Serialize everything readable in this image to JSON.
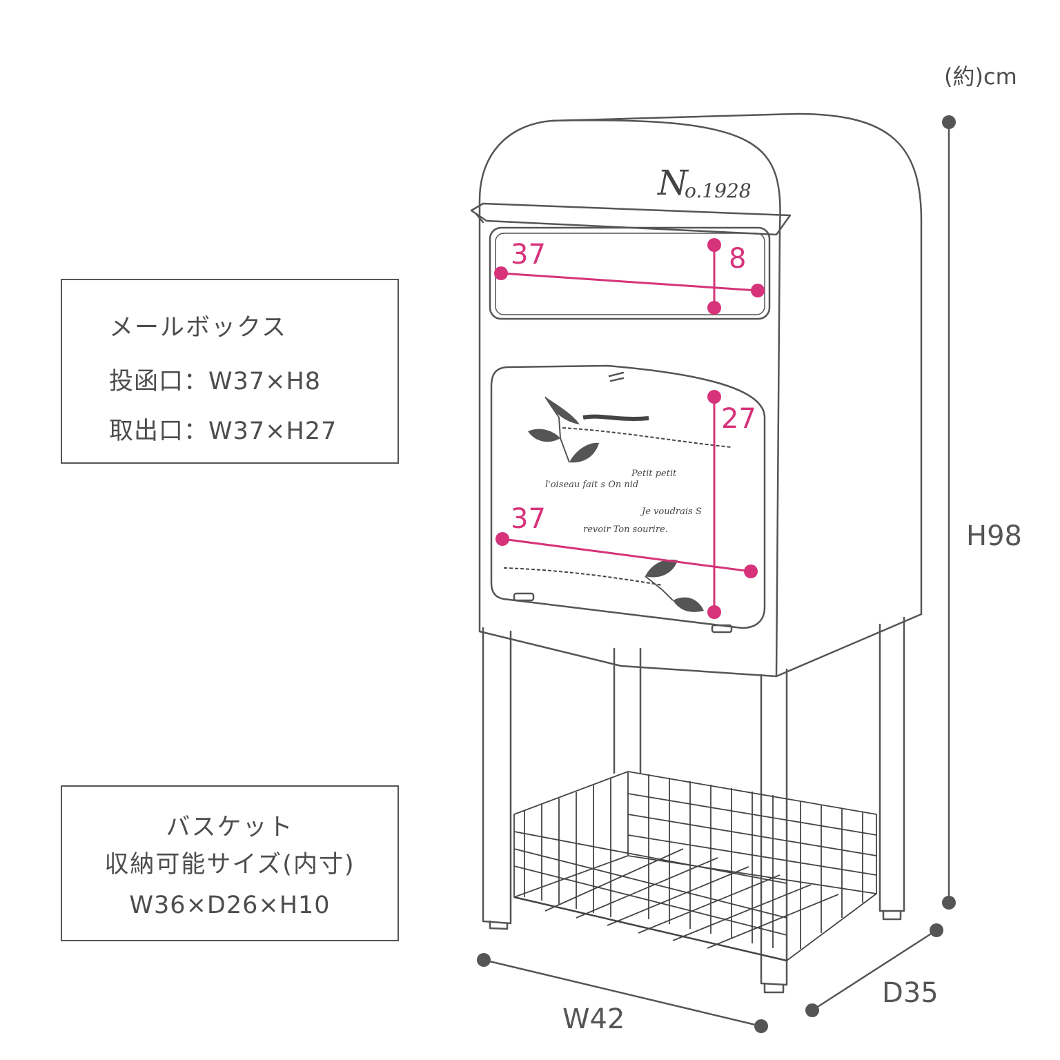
{
  "unit_note": "(約)cm",
  "mailbox_box": {
    "title": "メールボックス",
    "slot_line": "投函口：W37×H8",
    "takeout_line": "取出口：W37×H27"
  },
  "basket_box": {
    "title": "バスケット",
    "subtitle": "収納可能サイズ(内寸)",
    "size": "W36×D26×H10"
  },
  "brand": {
    "main": "N",
    "rest": "o.1928"
  },
  "door_text": {
    "line1": "Petit petit",
    "line2": "l'oiseau fait s  On nid",
    "line3": "Je voudrais S",
    "line4": "revoir  Ton sourire."
  },
  "dimensions": {
    "height": "H98",
    "width": "W42",
    "depth": "D35",
    "slot_width": "37",
    "slot_height": "8",
    "door_width": "37",
    "door_height": "27"
  },
  "colors": {
    "accent": "#d6337a",
    "line": "#555555",
    "dot": "#555555"
  }
}
